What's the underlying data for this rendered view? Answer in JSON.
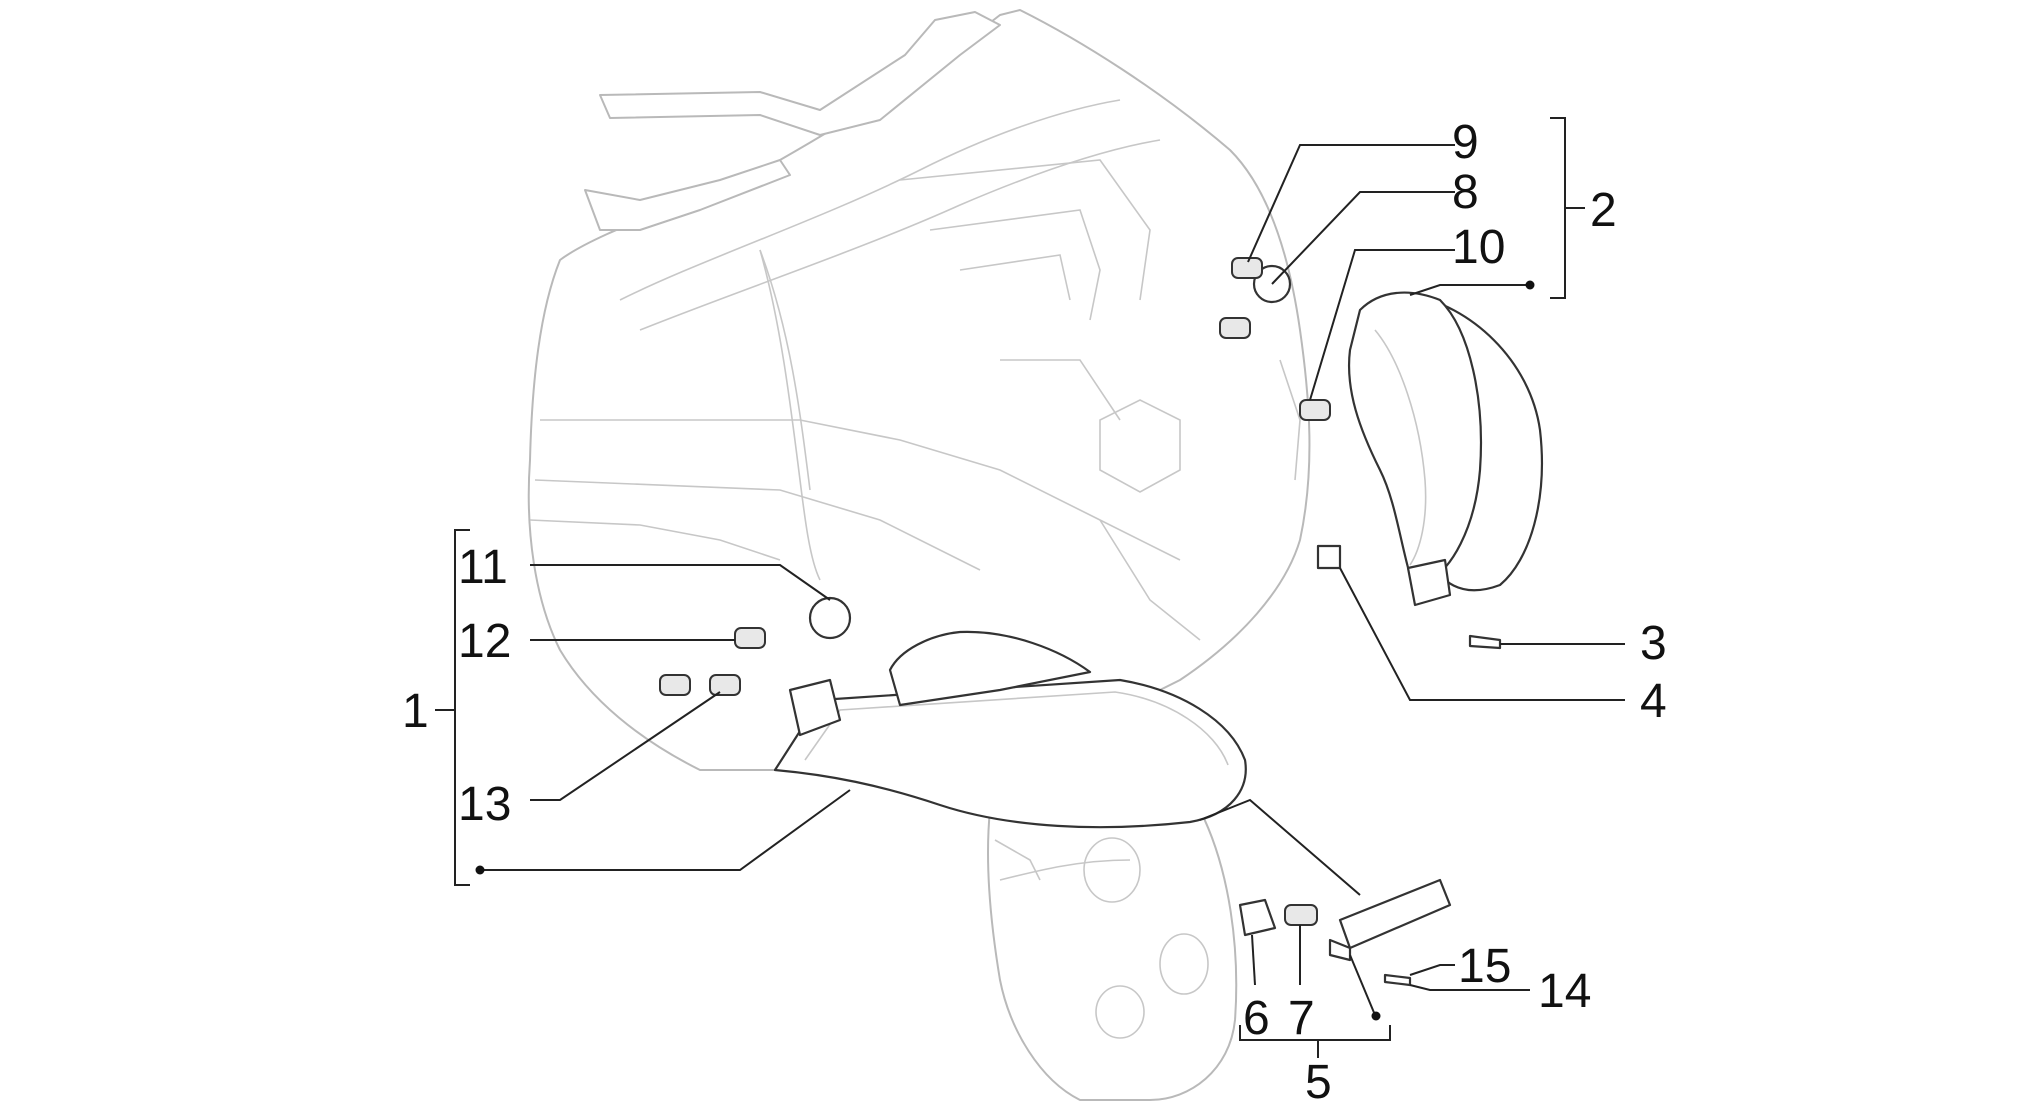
{
  "callouts": {
    "c1": "1",
    "c2": "2",
    "c3": "3",
    "c4": "4",
    "c5": "5",
    "c6": "6",
    "c7": "7",
    "c8": "8",
    "c9": "9",
    "c10": "10",
    "c11": "11",
    "c12": "12",
    "c13": "13",
    "c14": "14",
    "c15": "15"
  },
  "colors": {
    "body_outline": "#b9b9b9",
    "part_outline": "#333333",
    "leader": "#222222",
    "text": "#111111"
  }
}
